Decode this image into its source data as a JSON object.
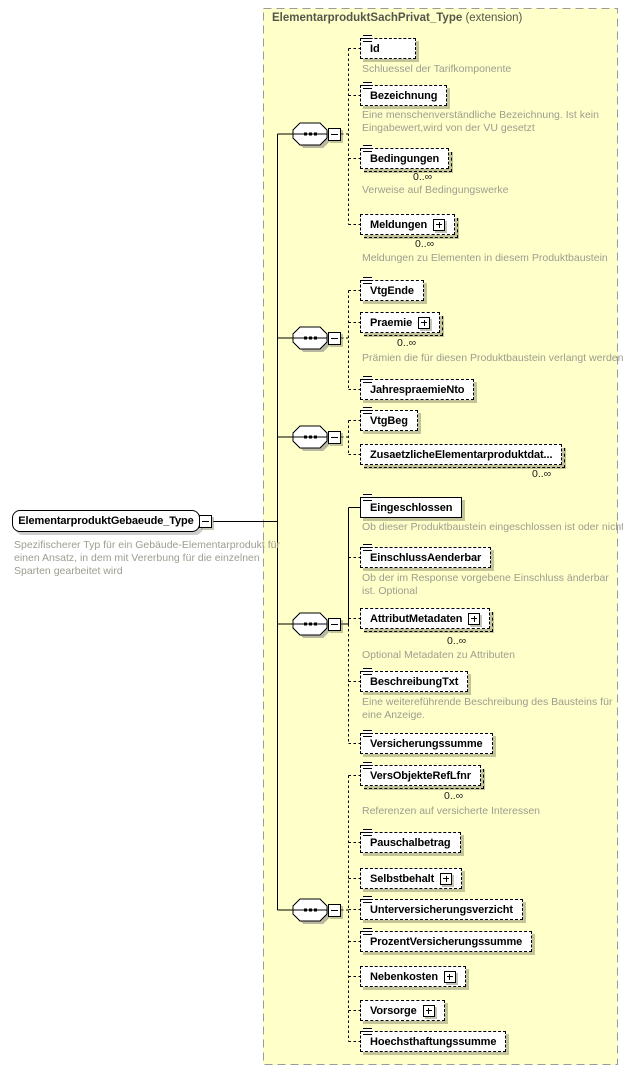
{
  "diagram": {
    "root": {
      "label": "ElementarproduktGebaeude_Type",
      "description": "Spezifischerer Typ für ein Gebäude-Elementarprodukt für einen Ansatz, in dem mit Vererbung für die einzelnen Sparten gearbeitet wird"
    },
    "container": {
      "title": "ElementarproduktSachPrivat_Type",
      "title_suffix": "(extension)"
    },
    "colors": {
      "container_background": "#ffffc9",
      "container_border": "#9b9b9b",
      "annotation_text": "#9d9d90"
    },
    "nodes": [
      {
        "label": "Id",
        "description": "Schluessel der Tarifkomponente"
      },
      {
        "label": "Bezeichnung",
        "description": "Eine menschenverständliche Bezeichnung. Ist kein Eingabewert,wird von der VU gesetzt"
      },
      {
        "label": "Bedingungen",
        "occurs": "0..∞",
        "description": "Verweise auf Bedingungswerke"
      },
      {
        "label": "Meldungen",
        "occurs": "0..∞",
        "description": "Meldungen zu Elementen in diesem Produktbaustein"
      },
      {
        "label": "VtgEnde"
      },
      {
        "label": "Praemie",
        "occurs": "0..∞",
        "description": "Prämien die für diesen Produktbaustein verlangt werden"
      },
      {
        "label": "JahrespraemieNto"
      },
      {
        "label": "VtgBeg"
      },
      {
        "label": "ZusaetzlicheElementarproduktdat...",
        "occurs": "0..∞"
      },
      {
        "label": "Eingeschlossen",
        "description": "Ob dieser Produktbaustein eingeschlossen ist oder nicht"
      },
      {
        "label": "EinschlussAenderbar",
        "description": "Ob der im Response vorgebene Einschluss änderbar ist. Optional"
      },
      {
        "label": "AttributMetadaten",
        "occurs": "0..∞",
        "description": "Optional Metadaten zu Attributen"
      },
      {
        "label": "BeschreibungTxt",
        "description": "Eine weitereführende Beschreibung des Bausteins für eine Anzeige."
      },
      {
        "label": "Versicherungssumme"
      },
      {
        "label": "VersObjekteRefLfnr",
        "occurs": "0..∞",
        "description": "Referenzen auf versicherte Interessen"
      },
      {
        "label": "Pauschalbetrag"
      },
      {
        "label": "Selbstbehalt"
      },
      {
        "label": "Unterversicherungsverzicht"
      },
      {
        "label": "ProzentVersicherungssumme"
      },
      {
        "label": "Nebenkosten"
      },
      {
        "label": "Vorsorge"
      },
      {
        "label": "Hoechsthaftungssumme"
      }
    ]
  }
}
